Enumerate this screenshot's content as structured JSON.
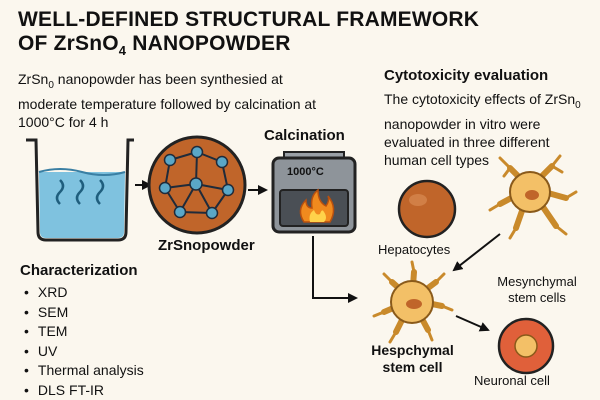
{
  "title_line1": "WELL-DEFINED STRUCTURAL FRAMEWORK",
  "title_line2_prefix": "OF ZrSnO",
  "title_line2_sub": "4",
  "title_line2_suffix": " NANOPOWDER",
  "intro_prefix": "ZrSn",
  "intro_sub": "0",
  "intro_text": " nanopowder has been synthesied at moderate temperature followed by calcination at 1000°C for 4 h",
  "calcination_label": "Calcination",
  "furnace_temp": "1000°C",
  "nanopowder_label": "ZrSnopowder",
  "characterization": {
    "heading": "Characterization",
    "items": [
      "XRD",
      "SEM",
      "TEM",
      "UV",
      "Thermal analysis",
      "DLS FT-IR"
    ]
  },
  "cytotoxicity": {
    "heading": "Cytotoxicity evaluation",
    "text_prefix": "The cytotoxicity effects of ZrSn",
    "text_sub": "0",
    "text_suffix": " nanopowder in vitro were evaluated in three different human cell types"
  },
  "cells": {
    "hepatocytes": "Hepatocytes",
    "mesenchymal": "Mesynchymal stem cells",
    "hespchymal": "Hespchymal stem cell",
    "neuronal": "Neuronal cell"
  },
  "colors": {
    "water": "#7fc2df",
    "sphere": "#c0652a",
    "furnace_fire": "#f08a1e",
    "stem_cell": "#f3c067",
    "neuron": "#e0603a"
  }
}
